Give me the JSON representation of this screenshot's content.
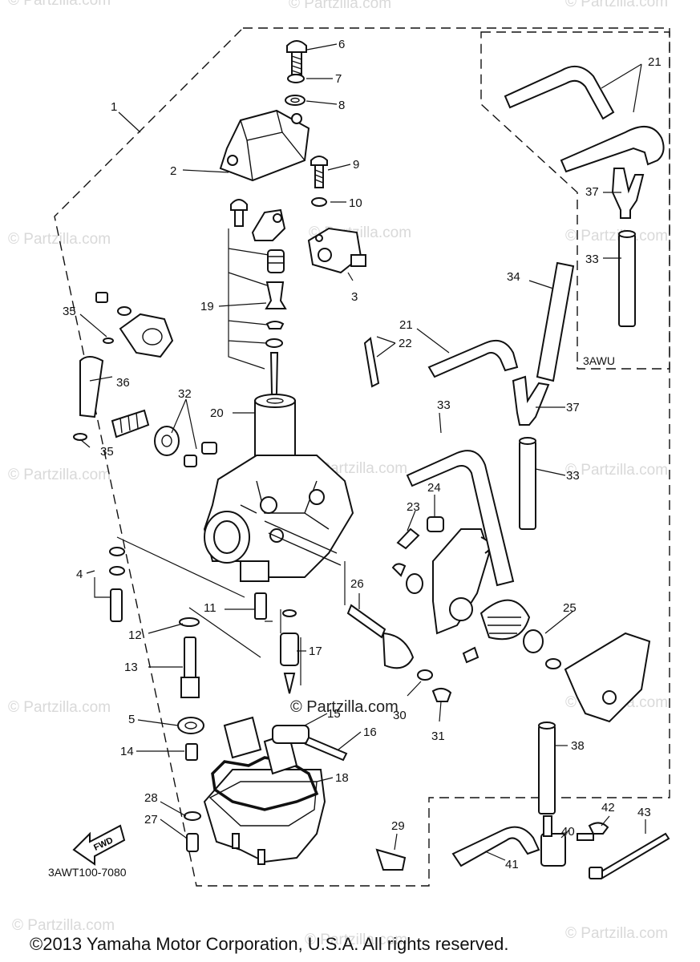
{
  "watermarks": [
    "© Partzilla.com",
    "© Partzilla.com",
    "© Partzilla.com",
    "© Partzilla.com",
    "© Partzilla.com",
    "© Partzilla.com",
    "© Partzilla.com",
    "© Partzilla.com",
    "© Partzilla.com",
    "© Partzilla.com",
    "© Partzilla.com",
    "© Partzilla.com",
    "© Partzilla.com",
    "© Partzilla.com"
  ],
  "center_watermark": "© Partzilla.com",
  "inset_label": "3AWU",
  "fwd_label": "FWD",
  "diagram_code": "3AWT100-7080",
  "copyright": "©2013 Yamaha Motor Corporation, U.S.A. All rights reserved.",
  "callouts": [
    "1",
    "2",
    "3",
    "4",
    "5",
    "6",
    "7",
    "8",
    "9",
    "10",
    "11",
    "12",
    "13",
    "14",
    "15",
    "16",
    "17",
    "18",
    "19",
    "20",
    "21",
    "21",
    "22",
    "23",
    "24",
    "25",
    "26",
    "27",
    "28",
    "29",
    "30",
    "31",
    "32",
    "33",
    "33",
    "33",
    "34",
    "35",
    "35",
    "36",
    "37",
    "37",
    "38",
    "40",
    "41",
    "42",
    "43"
  ]
}
